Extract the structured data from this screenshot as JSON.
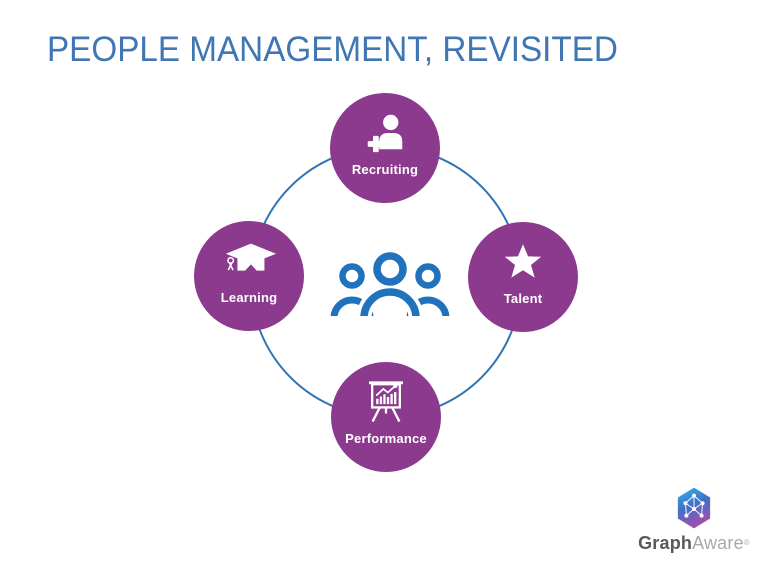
{
  "title": "PEOPLE MANAGEMENT, REVISITED",
  "diagram": {
    "center_icon": "people-group",
    "nodes": [
      {
        "label": "Recruiting",
        "icon": "person-plus"
      },
      {
        "label": "Learning",
        "icon": "graduation-cap"
      },
      {
        "label": "Talent",
        "icon": "star"
      },
      {
        "label": "Performance",
        "icon": "presentation-chart"
      }
    ]
  },
  "colors": {
    "title_text": "#4076B3",
    "ring_stroke": "#2E74B5",
    "center_icon_blue": "#1F72BB",
    "node_fill": "#8C3A8D",
    "node_label_text": "#FFFFFF",
    "logo_gradient_top": "#35B5E9",
    "logo_gradient_bottom": "#A04FAD",
    "logo_text_primary": "#58595B",
    "logo_text_secondary": "#A7A9AC"
  },
  "logo": {
    "brand_primary": "Graph",
    "brand_secondary": "Aware",
    "registered_mark": "®"
  }
}
